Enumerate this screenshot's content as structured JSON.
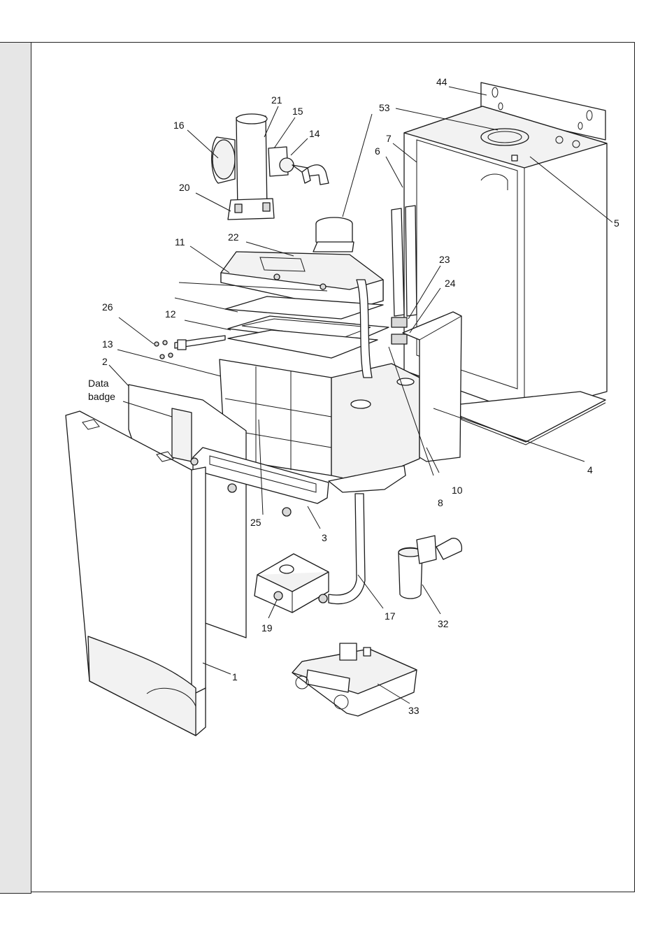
{
  "callouts": [
    {
      "id": "c44",
      "text": "44"
    },
    {
      "id": "c53",
      "text": "53"
    },
    {
      "id": "c21",
      "text": "21"
    },
    {
      "id": "c15",
      "text": "15"
    },
    {
      "id": "c16",
      "text": "16"
    },
    {
      "id": "c14",
      "text": "14"
    },
    {
      "id": "c7",
      "text": "7"
    },
    {
      "id": "c6",
      "text": "6"
    },
    {
      "id": "c20",
      "text": "20"
    },
    {
      "id": "c5",
      "text": "5"
    },
    {
      "id": "c22",
      "text": "22"
    },
    {
      "id": "c11",
      "text": "11"
    },
    {
      "id": "c23",
      "text": "23"
    },
    {
      "id": "c24",
      "text": "24"
    },
    {
      "id": "c26",
      "text": "26"
    },
    {
      "id": "c12",
      "text": "12"
    },
    {
      "id": "c13",
      "text": "13"
    },
    {
      "id": "c2",
      "text": "2"
    },
    {
      "id": "c4",
      "text": "4"
    },
    {
      "id": "c10",
      "text": "10"
    },
    {
      "id": "c8",
      "text": "8"
    },
    {
      "id": "c25",
      "text": "25"
    },
    {
      "id": "c3",
      "text": "3"
    },
    {
      "id": "c17",
      "text": "17"
    },
    {
      "id": "c32",
      "text": "32"
    },
    {
      "id": "c19",
      "text": "19"
    },
    {
      "id": "c1",
      "text": "1"
    },
    {
      "id": "c33",
      "text": "33"
    }
  ],
  "data_badge": {
    "line1": "Data",
    "line2": "badge"
  }
}
